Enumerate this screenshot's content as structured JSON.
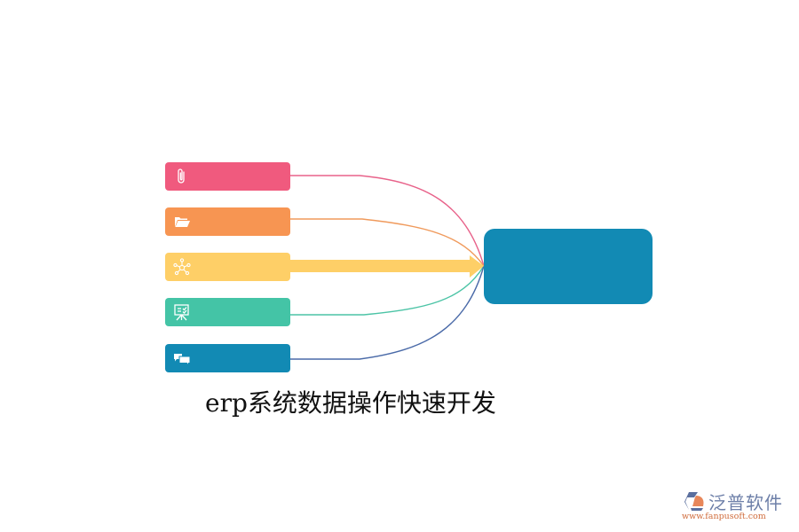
{
  "diagram": {
    "title": "erp系统数据操作快速开发",
    "hub": {
      "color": "#128ab4",
      "label": ""
    },
    "items": [
      {
        "icon": "paperclip-icon",
        "color": "#f05a7e",
        "link_color": "#e8628a",
        "label": ""
      },
      {
        "icon": "folder-open-icon",
        "color": "#f79552",
        "link_color": "#f09a5c",
        "label": ""
      },
      {
        "icon": "network-hub-icon",
        "color": "#fecf67",
        "link_color": "#fecf67",
        "label": "",
        "emphasized_arrow": true
      },
      {
        "icon": "presentation-board-icon",
        "color": "#44c4a6",
        "link_color": "#4cc4a6",
        "label": ""
      },
      {
        "icon": "chat-bubbles-icon",
        "color": "#128ab4",
        "link_color": "#4a6aa8",
        "label": ""
      }
    ]
  },
  "brand": {
    "name": "泛普软件",
    "url": "www.fanpusoft.com",
    "logo_icon": "fanpu-logo-icon"
  }
}
